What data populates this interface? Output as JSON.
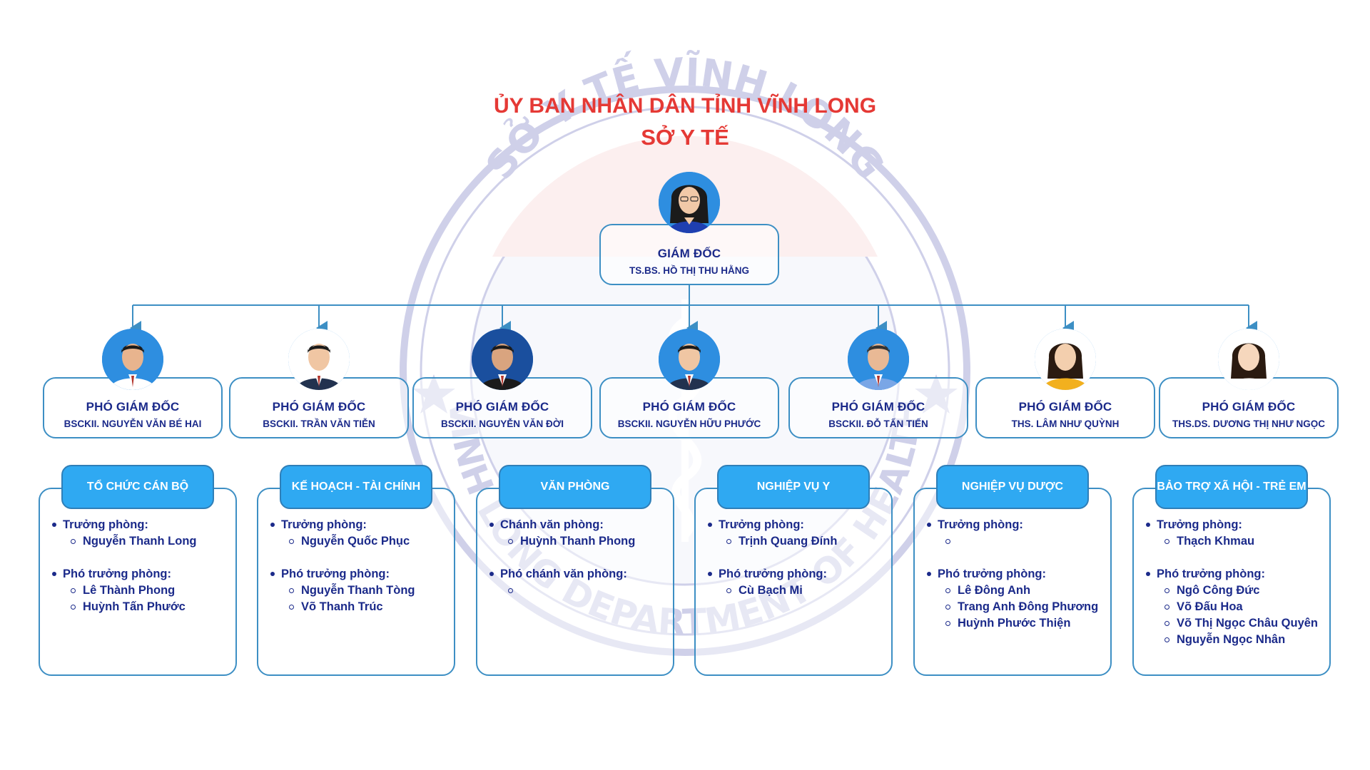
{
  "header": {
    "line1": "ỦY BAN NHÂN DÂN TỈNH VĨNH LONG",
    "line2": "SỞ Y TẾ"
  },
  "watermark": {
    "top_text": "SỞ Y TẾ VĨNH LONG",
    "bottom_text": "VINH LONG DEPARTMENT OF HEALTH"
  },
  "colors": {
    "title_red": "#e53935",
    "text_navy": "#1b2a8a",
    "border_blue": "#3d8fc4",
    "dept_header_blue": "#2fa9f2"
  },
  "director": {
    "role": "GIÁM ĐỐC",
    "name": "TS.BS. HỒ THỊ THU HẰNG"
  },
  "deputies": [
    {
      "role": "PHÓ GIÁM ĐỐC",
      "name": "BSCKII. NGUYỄN VĂN BÉ HAI"
    },
    {
      "role": "PHÓ GIÁM ĐỐC",
      "name": "BSCKII. TRẦN VĂN TIỄN"
    },
    {
      "role": "PHÓ GIÁM ĐỐC",
      "name": "BSCKII. NGUYỄN VĂN ĐỜI"
    },
    {
      "role": "PHÓ GIÁM ĐỐC",
      "name": "BSCKII. NGUYỄN HỮU PHƯỚC"
    },
    {
      "role": "PHÓ GIÁM ĐỐC",
      "name": "BSCKII. ĐỖ TẤN TIẾN"
    },
    {
      "role": "PHÓ GIÁM ĐỐC",
      "name": "THS. LÂM NHƯ QUỲNH"
    },
    {
      "role": "PHÓ GIÁM ĐỐC",
      "name": "THS.DS. DƯƠNG THỊ NHƯ NGỌC"
    }
  ],
  "departments": [
    {
      "name": "TỔ CHỨC CÁN BỘ",
      "groups": [
        {
          "label": "Trưởng phòng:",
          "people": [
            "Nguyễn Thanh Long"
          ]
        },
        {
          "label": "Phó trưởng phòng:",
          "people": [
            "Lê Thành Phong",
            "Huỳnh Tấn Phước"
          ]
        }
      ]
    },
    {
      "name": "KẾ HOẠCH - TÀI CHÍNH",
      "groups": [
        {
          "label": "Trưởng phòng:",
          "people": [
            "Nguyễn Quốc Phục"
          ]
        },
        {
          "label": "Phó trưởng phòng:",
          "people": [
            "Nguyễn Thanh Tòng",
            "Võ Thanh Trúc"
          ]
        }
      ]
    },
    {
      "name": "VĂN PHÒNG",
      "groups": [
        {
          "label": "Chánh văn phòng:",
          "people": [
            "Huỳnh Thanh Phong"
          ]
        },
        {
          "label": "Phó chánh văn phòng:",
          "people": [
            ""
          ]
        }
      ]
    },
    {
      "name": "NGHIỆP VỤ Y",
      "groups": [
        {
          "label": "Trưởng phòng:",
          "people": [
            "Trịnh Quang Đính"
          ]
        },
        {
          "label": "Phó trưởng phòng:",
          "people": [
            "Cù Bạch Mi"
          ]
        }
      ]
    },
    {
      "name": "NGHIỆP VỤ DƯỢC",
      "groups": [
        {
          "label": "Trưởng phòng:",
          "people": [
            ""
          ]
        },
        {
          "label": "Phó trưởng phòng:",
          "people": [
            "Lê Đông Anh",
            "Trang Anh Đông Phương",
            "Huỳnh Phước Thiện"
          ]
        }
      ]
    },
    {
      "name": "BẢO TRỢ XÃ HỘI - TRẺ EM",
      "groups": [
        {
          "label": "Trưởng phòng:",
          "people": [
            "Thạch Khmau"
          ]
        },
        {
          "label": "Phó trưởng phòng:",
          "people": [
            "Ngô Công Đức",
            "Võ Đấu Hoa",
            "Võ Thị Ngọc Châu Quyên",
            "Nguyễn Ngọc Nhân"
          ]
        }
      ]
    }
  ]
}
